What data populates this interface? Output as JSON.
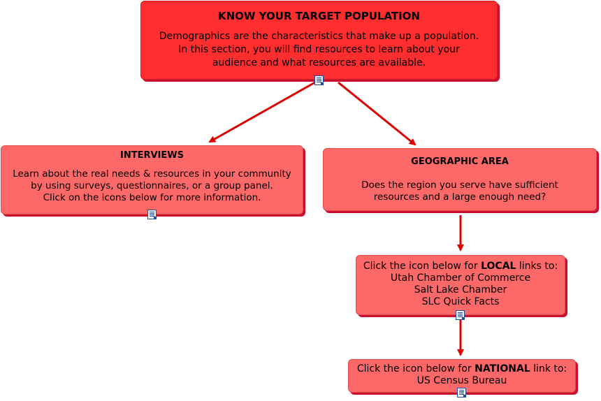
{
  "nodes": {
    "target_population": {
      "title": "KNOW YOUR TARGET POPULATION",
      "body": "Demographics are the characteristics that make up a population.\nIn this section, you will find resources to learn about your\naudience and what resources are available."
    },
    "interviews": {
      "title": "INTERVIEWS",
      "body": "Learn about the real needs & resources in your community\nby using surveys, questionnaires, or a group panel.\nClick on the icons below for more information."
    },
    "geographic_area": {
      "title": "GEOGRAPHIC AREA",
      "body": "Does the region you serve have sufficient\nresources and a large enough need?"
    },
    "local_links": {
      "prefix": "Click the icon below for ",
      "emphasis": "LOCAL",
      "suffix": " links to:",
      "items": [
        "Utah Chamber of Commerce",
        "Salt Lake Chamber",
        "SLC Quick Facts"
      ]
    },
    "national_links": {
      "prefix": "Click the icon below for ",
      "emphasis": "NATIONAL",
      "suffix": " link to:",
      "items": [
        "US Census Bureau"
      ]
    }
  },
  "icons": {
    "attachment": "document-icon"
  },
  "colors": {
    "main_box": "#ff2e2e",
    "sub_box": "#fd6868",
    "shadow": "#c8102e",
    "arrow": "#dd0000"
  }
}
